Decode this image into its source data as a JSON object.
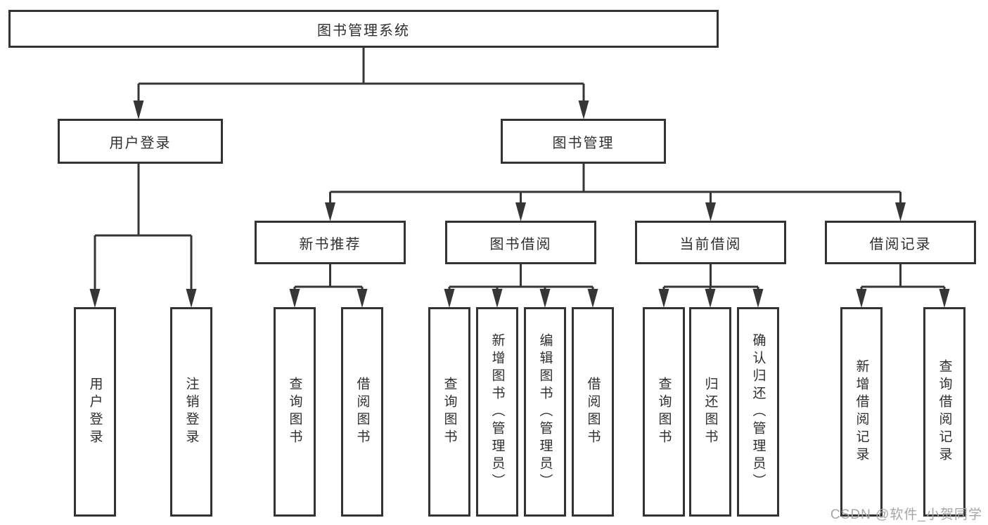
{
  "tree": {
    "root": "图书管理系统",
    "branches": [
      {
        "label": "用户登录",
        "leaves": [
          "用户登录",
          "注销登录"
        ]
      },
      {
        "label": "图书管理",
        "sections": [
          {
            "label": "新书推荐",
            "leaves": [
              "查询图书",
              "借阅图书"
            ]
          },
          {
            "label": "图书借阅",
            "leaves": [
              "查询图书",
              "新增图书（管理员）",
              "编辑图书（管理员）",
              "借阅图书"
            ]
          },
          {
            "label": "当前借阅",
            "leaves": [
              "查询图书",
              "归还图书",
              "确认归还（管理员）"
            ]
          },
          {
            "label": "借阅记录",
            "leaves": [
              "新增借阅记录",
              "查询借阅记录"
            ]
          }
        ]
      }
    ]
  },
  "watermark": {
    "text": "CSDN @软件_小贺同学"
  },
  "colors": {
    "line": "#363636",
    "box_border": "#333333",
    "text": "#2f2f2f",
    "watermark": "#a6a6a6",
    "background": "#ffffff"
  }
}
